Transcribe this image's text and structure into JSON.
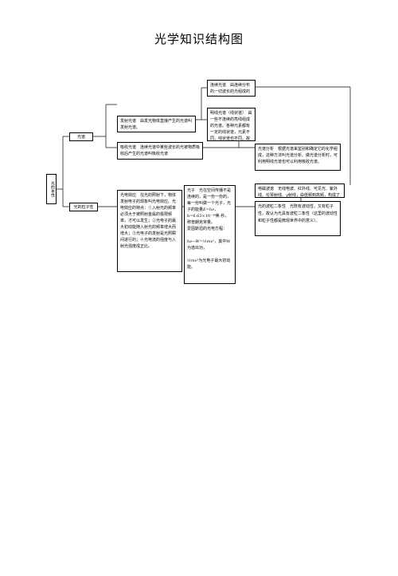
{
  "title": "光学知识结构图",
  "root": "光的本性",
  "branch_spectrum": "光谱",
  "branch_particle": "光的粒子性",
  "continuous_spectrum": "连续光谱　由连续分布的一切波长的光组成的光谱。",
  "emission_spectrum": "发射光谱　由发光物体直接产生的光谱叫发射光谱。",
  "line_spectrum": "明线光谱（线状谱）　由一些不连续的亮线组成的光谱。各种元素都有一定的线状谱，元素不同，线状谱也不同。故线状谱又称原子光谱。",
  "absorption_spectrum": "吸收光谱　连续光谱中某些波长的光被物质吸收后产生的光谱叫吸收光谱",
  "spectral_analysis": "光谱分析　根据光谱来鉴别和确定它的化学组成，这种方法叫光谱分析。做光谱分析时，可利用明线光谱也可以利用吸收光谱。",
  "em_spectrum": "电磁波谱　无线电波、红外线、可见光、紫外线、伦琴射线、γ射线，由低频到高频，构成了范围非常广阔的电磁波谱。",
  "photoelectric": "光电效应　在光的照射下，物体发射电子的现象叫光电效应。光电效应的特点：①入射光的频率必须大于被照射金属的极限频率，才可以发生；②光电子的最大初动能随入射光的频率增大而增大；③光电子的发射是光照瞬间进行的；④光电流的强度与入射光强度成正比。",
  "photon_text1": "光子　光在空间传播不是连续的，是一份一份的，每一份叫做一个光子，光子的能量",
  "photon_energy": "E=hν，",
  "photon_h": "h=6.63×10⁻³⁴焦·秒，称普朗克常量。",
  "einstein_label": "爱因斯坦的光电方程：",
  "einstein_eq": "hν−W=½mv²",
  "einstein_text2": "，其中W为逸出功，",
  "ke_label": "½mv²",
  "ke_text": "为光电子最大初动能。",
  "duality": "光的波粒二象性　光既有波动性，又有粒子性，故认为光具有波粒二象性（这里的波动性和粒子性都是微观世界中的意义）。"
}
